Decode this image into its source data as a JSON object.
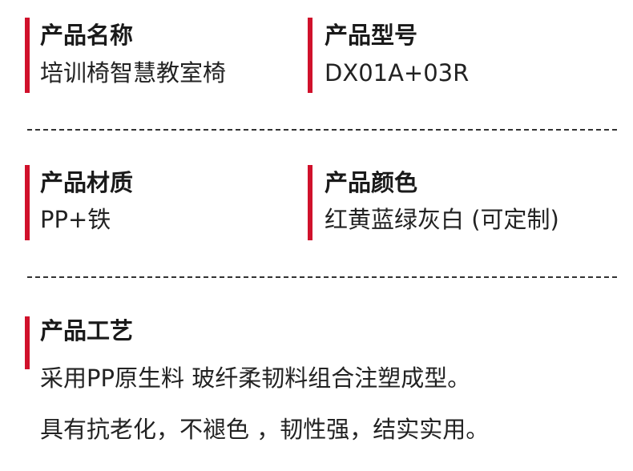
{
  "specs": [
    {
      "label": "产品名称",
      "value": "培训椅智慧教室椅"
    },
    {
      "label": "产品型号",
      "value": "DX01A+03R"
    },
    {
      "label": "产品材质",
      "value": "PP+铁"
    },
    {
      "label": "产品颜色",
      "value": "红黄蓝绿灰白 (可定制)"
    }
  ],
  "process": {
    "label": "产品工艺",
    "lines": [
      "采用PP原生料  玻纤柔韧料组合注塑成型。",
      "具有抗老化，不褪色 ，韧性强，结实实用。"
    ]
  },
  "colors": {
    "accent": "#d0112b"
  }
}
